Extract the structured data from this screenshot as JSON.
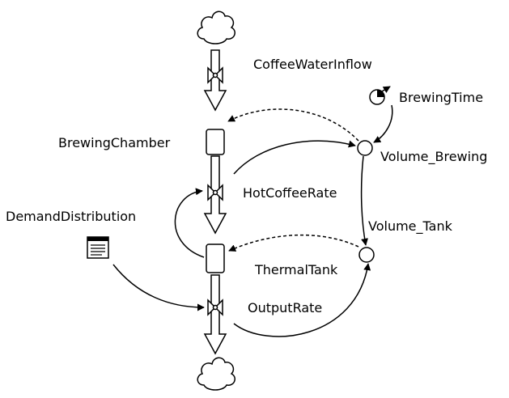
{
  "labels": {
    "coffee_water_inflow": "CoffeeWaterInflow",
    "brewing_time": "BrewingTime",
    "brewing_chamber": "BrewingChamber",
    "volume_brewing": "Volume_Brewing",
    "hot_coffee_rate": "HotCoffeeRate",
    "demand_distribution": "DemandDistribution",
    "volume_tank": "Volume_Tank",
    "thermal_tank": "ThermalTank",
    "output_rate": "OutputRate"
  },
  "icons": {
    "source_cloud": "cloud-icon",
    "sink_cloud": "cloud-icon",
    "valve": "valve-icon",
    "stock": "stock-box-icon",
    "auxiliary": "circle-icon",
    "shadow_parameter": "clock-icon",
    "table_lookup": "table-icon"
  },
  "colors": {
    "ink": "#000000",
    "background": "#ffffff"
  }
}
